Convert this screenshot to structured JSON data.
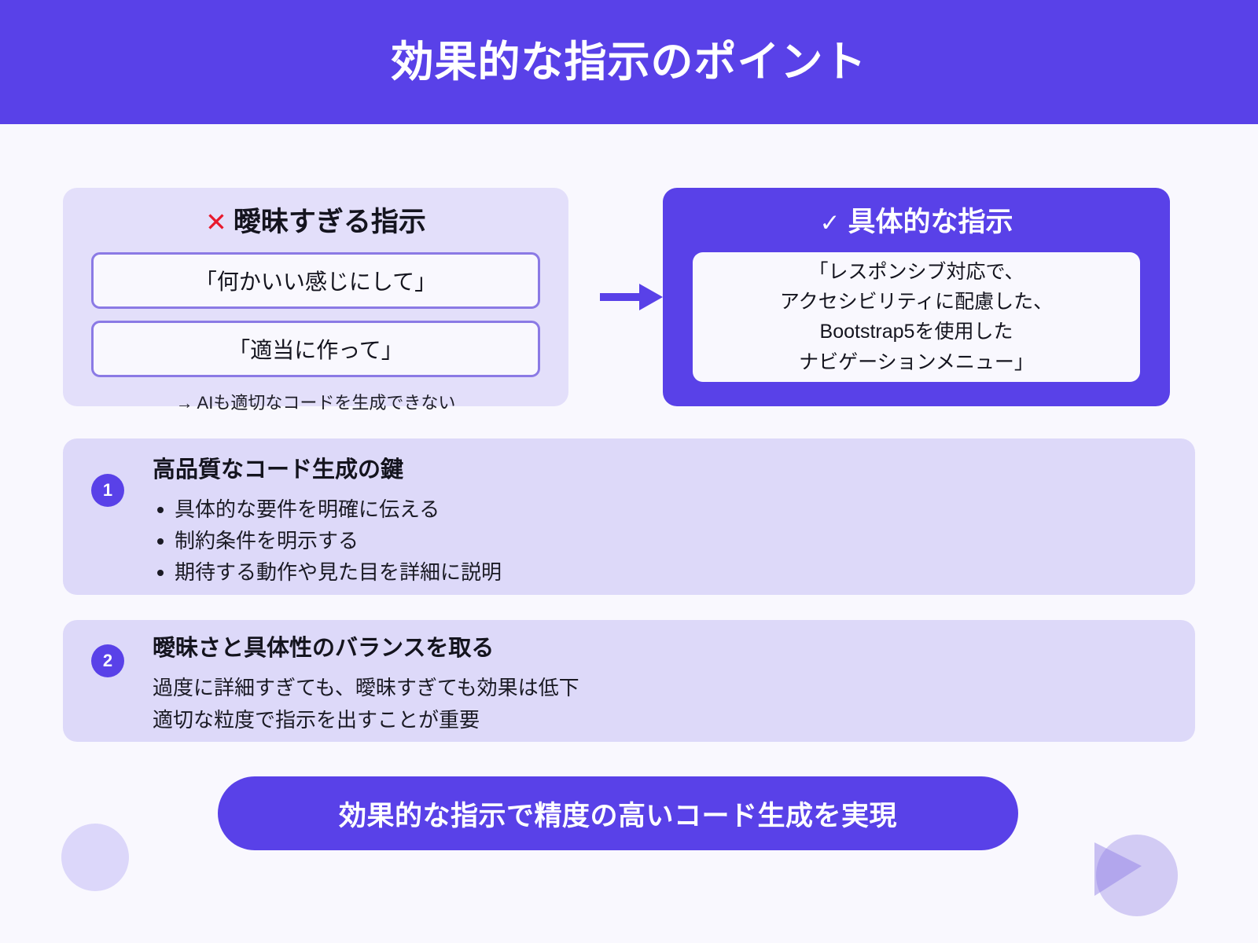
{
  "header": {
    "title": "効果的な指示のポイント"
  },
  "theme": {
    "primary": "#5941e8",
    "page_bg": "#f9f8fe",
    "card_bg": "#ddd9f9",
    "danger": "#e8192c"
  },
  "compare": {
    "bad": {
      "icon": "cross-mark-icon",
      "icon_glyph": "✕",
      "title": "曖昧すぎる指示",
      "examples": [
        "「何かいい感じにして」",
        "「適当に作って」"
      ],
      "note": "→ AIも適切なコードを生成できない"
    },
    "arrow": {
      "icon": "arrow-right-icon"
    },
    "good": {
      "icon": "check-mark-icon",
      "icon_glyph": "✓",
      "title": "具体的な指示",
      "quote_lines": [
        "「レスポンシブ対応で、",
        "アクセシビリティに配慮した、",
        "Bootstrap5を使用した",
        "ナビゲーションメニュー」"
      ]
    }
  },
  "sections": [
    {
      "number": "1",
      "title": "高品質なコード生成の鍵",
      "bullets": [
        "具体的な要件を明確に伝える",
        "制約条件を明示する",
        "期待する動作や見た目を詳細に説明"
      ]
    },
    {
      "number": "2",
      "title": "曖昧さと具体性のバランスを取る",
      "lines": [
        "過度に詳細すぎても、曖昧すぎても効果は低下",
        "適切な粒度で指示を出すことが重要"
      ]
    }
  ],
  "banner": {
    "text": "効果的な指示で精度の高いコード生成を実現"
  }
}
